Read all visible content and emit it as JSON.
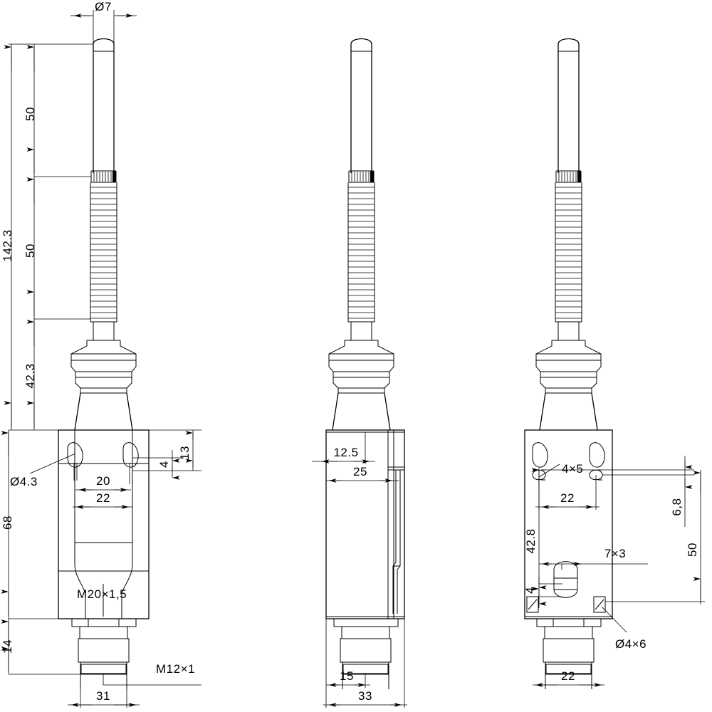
{
  "drawing": {
    "title": "Limit switch with spring rod actuator - dimensioned orthographic drawing",
    "units": "mm",
    "line_color": "#000000",
    "background_color": "#ffffff",
    "views": [
      {
        "name": "front-view",
        "position": "left"
      },
      {
        "name": "side-view",
        "position": "center"
      },
      {
        "name": "rear-view",
        "position": "right"
      }
    ]
  },
  "dimensions": {
    "front": {
      "rod_diameter": "Ø7",
      "total_height": "142.3",
      "rod_upper": "50",
      "spring_section": "50",
      "boot_to_body": "42.3",
      "body_height": "68",
      "connector_height": "14",
      "slot_diameter": "Ø4.3",
      "slot_spacing_inner": "20",
      "slot_spacing_outer": "22",
      "slot_offset": "4",
      "slot_from_top": "13",
      "thread_body": "M20×1,5",
      "thread_connector": "M12×1",
      "body_width": "31"
    },
    "side": {
      "offset_left": "12.5",
      "body_depth": "25",
      "connector_offset": "15",
      "total_depth": "33"
    },
    "rear": {
      "hole_small": "4×5",
      "hole_spacing": "22",
      "height_42_8": "42.8",
      "slot_7x3": "7×3",
      "offset_4": "4",
      "offset_6_8": "6,8",
      "height_50": "50",
      "hole_bottom": "Ø4×6",
      "base_width": "22"
    }
  },
  "icons": {
    "arrow": "dimension-arrow",
    "diameter_symbol": "Ø"
  }
}
